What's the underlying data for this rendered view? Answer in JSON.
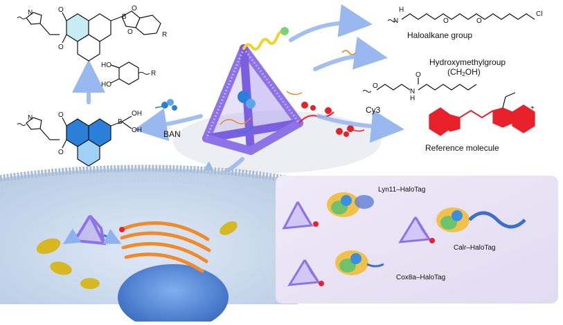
{
  "labels": {
    "haloalkane": "Haloalkane group",
    "hydroxymethyl": "Hydroxymethylgroup",
    "ch2oh_prefix": "(CH",
    "ch2oh_sub": "2",
    "ch2oh_suffix": "OH)",
    "cy3": "Cy3",
    "reference": "Reference molecule",
    "ban": "BAN",
    "lyn11": "Lyn11–HaloTag",
    "calr": "Calr–HaloTag",
    "cox8a": "Cox8a–HaloTag"
  },
  "atoms": {
    "B": "B",
    "O": "O",
    "OH": "OH",
    "HO": "HO",
    "N": "N",
    "H": "H",
    "R": "R",
    "Cl": "Cl",
    "plus": "+"
  },
  "colors": {
    "cage": "#8e72e8",
    "cage_dark": "#6a4fd0",
    "arrow": "#9ab8ef",
    "cy3_red": "#e8202a",
    "ban_blue": "#2a7fd8",
    "ban_light": "#9fd0f5",
    "naphth_fill": "#c8ecf4",
    "membrane": "#c9d8ea",
    "panel_bg": "#e9e4f4",
    "golgi": "#f08a2a",
    "mito": "#d8b820",
    "nucleus": "#3b6fc8"
  }
}
